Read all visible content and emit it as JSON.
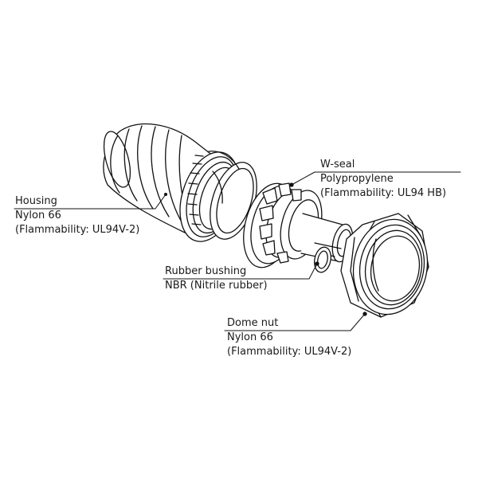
{
  "callouts": {
    "housing": {
      "name": "Housing",
      "material": "Nylon 66",
      "note": "(Flammability: UL94V-2)"
    },
    "wseal": {
      "name": "W-seal",
      "material": "Polypropylene",
      "note": "(Flammability: UL94 HB)"
    },
    "bushing": {
      "name": "Rubber bushing",
      "material": "NBR (Nitrile rubber)"
    },
    "domenut": {
      "name": "Dome nut",
      "material": "Nylon 66",
      "note": "(Flammability: UL94V-2)"
    }
  }
}
